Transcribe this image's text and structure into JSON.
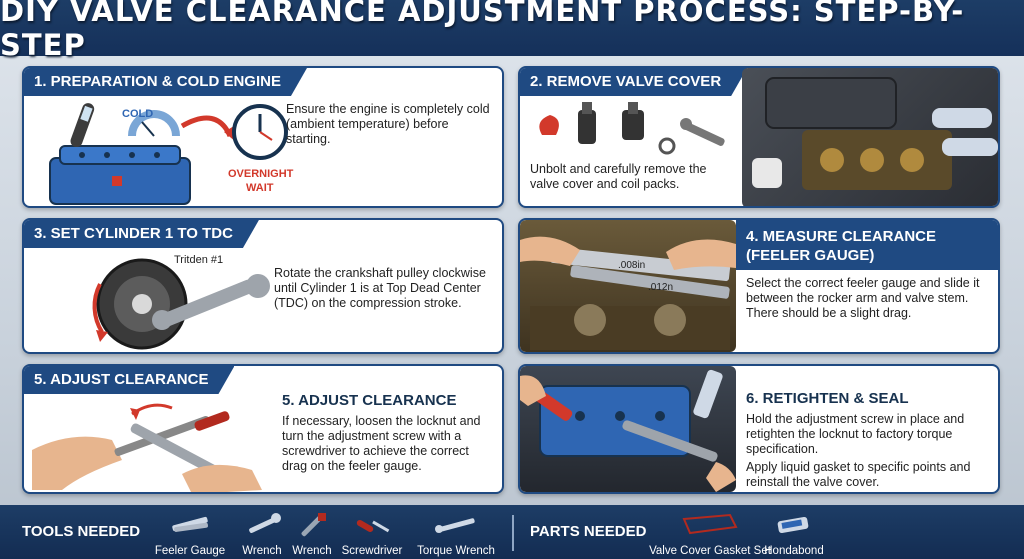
{
  "title": "DIY VALVE CLEARANCE ADJUSTMENT PROCESS: STEP-BY-STEP",
  "steps": [
    {
      "heading": "1. PREPARATION & COLD ENGINE",
      "text": "Ensure the engine is completely cold (ambient temperature) before starting.",
      "labels": {
        "cold": "COLD",
        "overnight": "OVERNIGHT",
        "wait": "WAIT"
      }
    },
    {
      "heading": "2. REMOVE VALVE COVER",
      "text": "Unbolt and carefully remove the valve cover and coil packs."
    },
    {
      "heading": "3. SET CYLINDER 1 TO TDC",
      "text": "Rotate the crankshaft pulley clockwise until Cylinder 1 is at Top Dead Center (TDC) on the compression stroke.",
      "labels": {
        "pulley": "Tritden #1"
      }
    },
    {
      "heading": "4. MEASURE CLEARANCE (FEELER GAUGE)",
      "heading_line1": "4. MEASURE CLEARANCE",
      "heading_line2": "(FEELER GAUGE)",
      "text": "Select the correct feeler gauge and slide it between the rocker arm and valve stem. There should be a slight drag.",
      "labels": {
        "gauge_a": ".008in",
        "gauge_b": ".012n"
      }
    },
    {
      "heading": "5. ADJUST CLEARANCE",
      "heading_inline": "5. ADJUST CLEARANCE",
      "text": "If necessary, loosen the locknut and turn the adjustment screw with a screwdriver to achieve the correct drag on the feeler gauge."
    },
    {
      "heading": "6. RETIGHTEN & SEAL",
      "text": "Hold the adjustment screw in place and retighten the locknut to factory torque specification.",
      "text2": "Apply liquid gasket to specific points and reinstall the valve cover."
    }
  ],
  "tools": {
    "label": "TOOLS NEEDED",
    "items": [
      "Feeler Gauge",
      "Wrench",
      "Wrench",
      "Screwdriver",
      "Torque Wrench"
    ]
  },
  "parts": {
    "label": "PARTS NEEDED",
    "items": [
      "Valve Cover Gasket Set",
      "Hondabond"
    ]
  },
  "colors": {
    "navy": "#1f4a82",
    "title_bg": "#15305a",
    "engine_blue": "#2f66b3",
    "red_accent": "#d2392b"
  }
}
